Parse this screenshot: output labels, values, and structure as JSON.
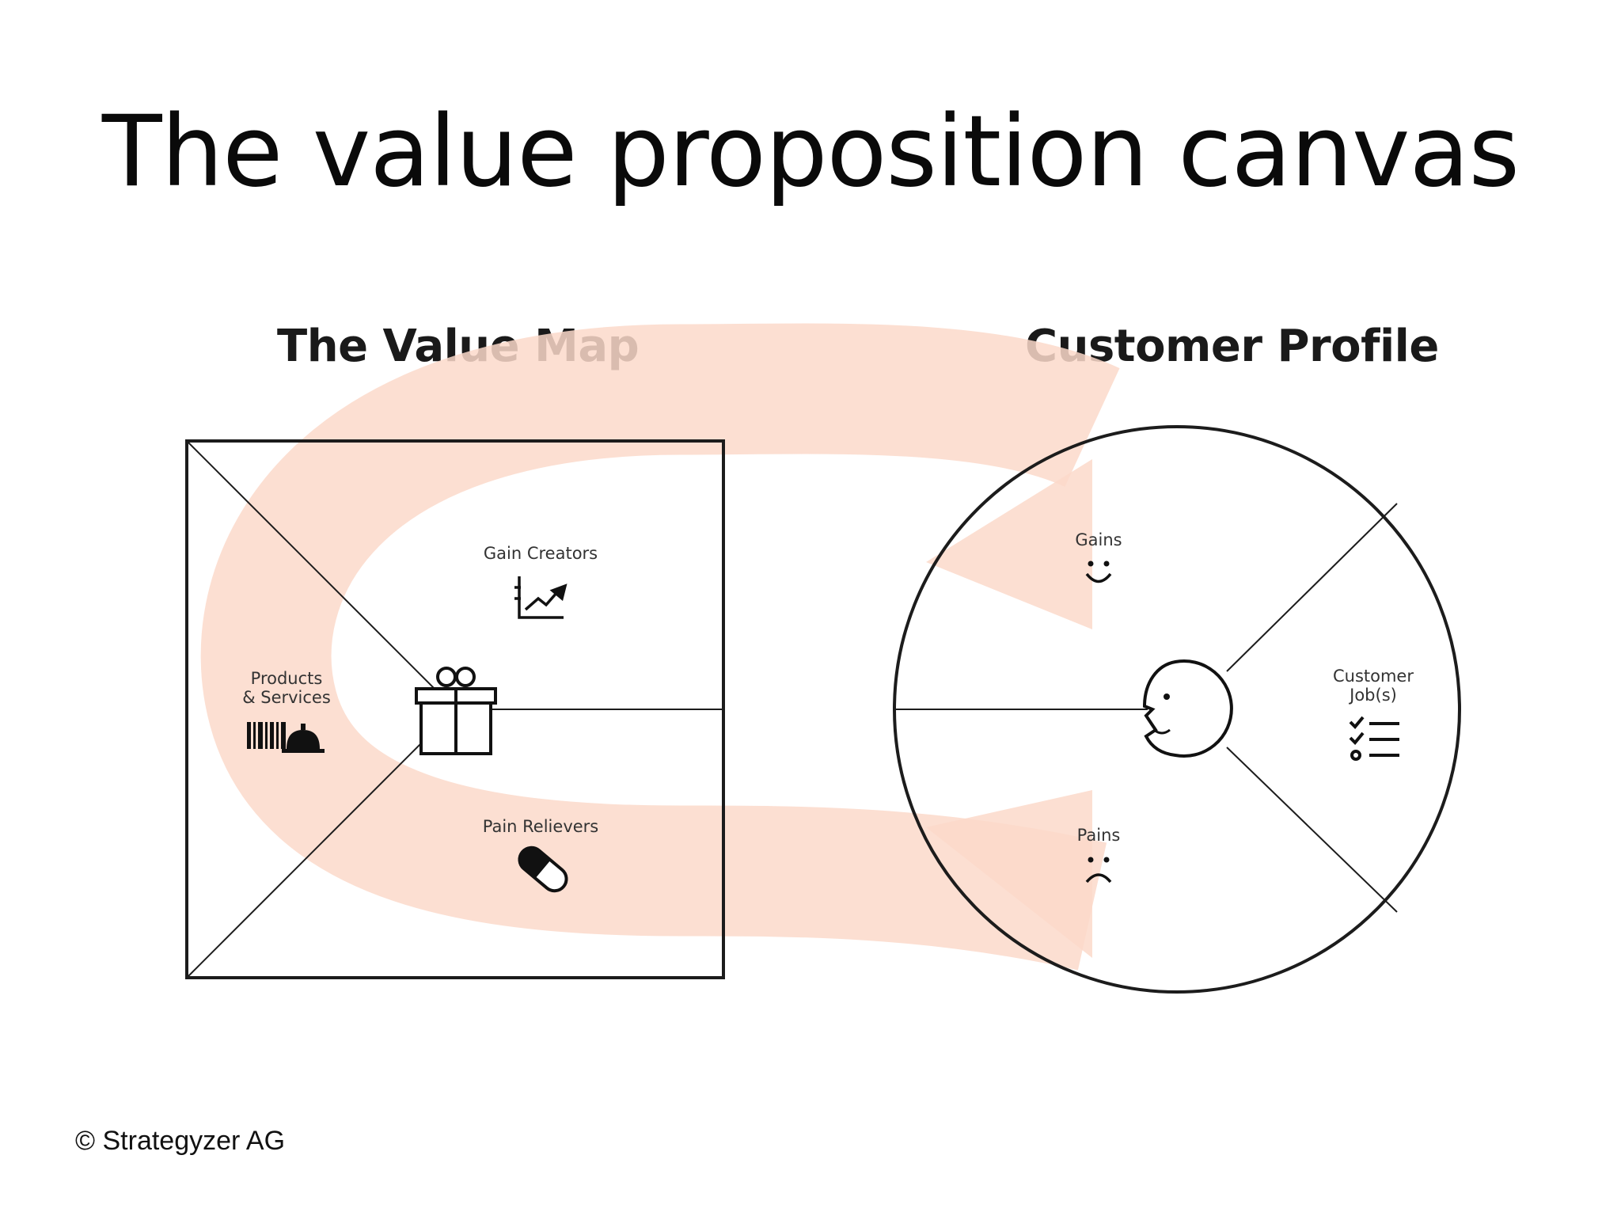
{
  "title": "The value proposition canvas",
  "value_map": {
    "heading": "The Value Map",
    "gain_creators": "Gain Creators",
    "products_services_line1": "Products",
    "products_services_line2": "& Services",
    "pain_relievers": "Pain Relievers"
  },
  "customer_profile": {
    "heading": "Customer Profile",
    "gains": "Gains",
    "pains": "Pains",
    "customer_jobs_line1": "Customer",
    "customer_jobs_line2": "Job(s)"
  },
  "footer": {
    "copyright": "© Strategyzer AG"
  },
  "colors": {
    "arrow": "#fbd9ca",
    "stroke": "#1c1c1c"
  },
  "icons": [
    "gift-icon",
    "chart-up-icon",
    "barcode-icon",
    "service-bell-icon",
    "pill-icon",
    "smile-icon",
    "frown-icon",
    "checklist-icon",
    "face-icon",
    "arrow-icon"
  ]
}
